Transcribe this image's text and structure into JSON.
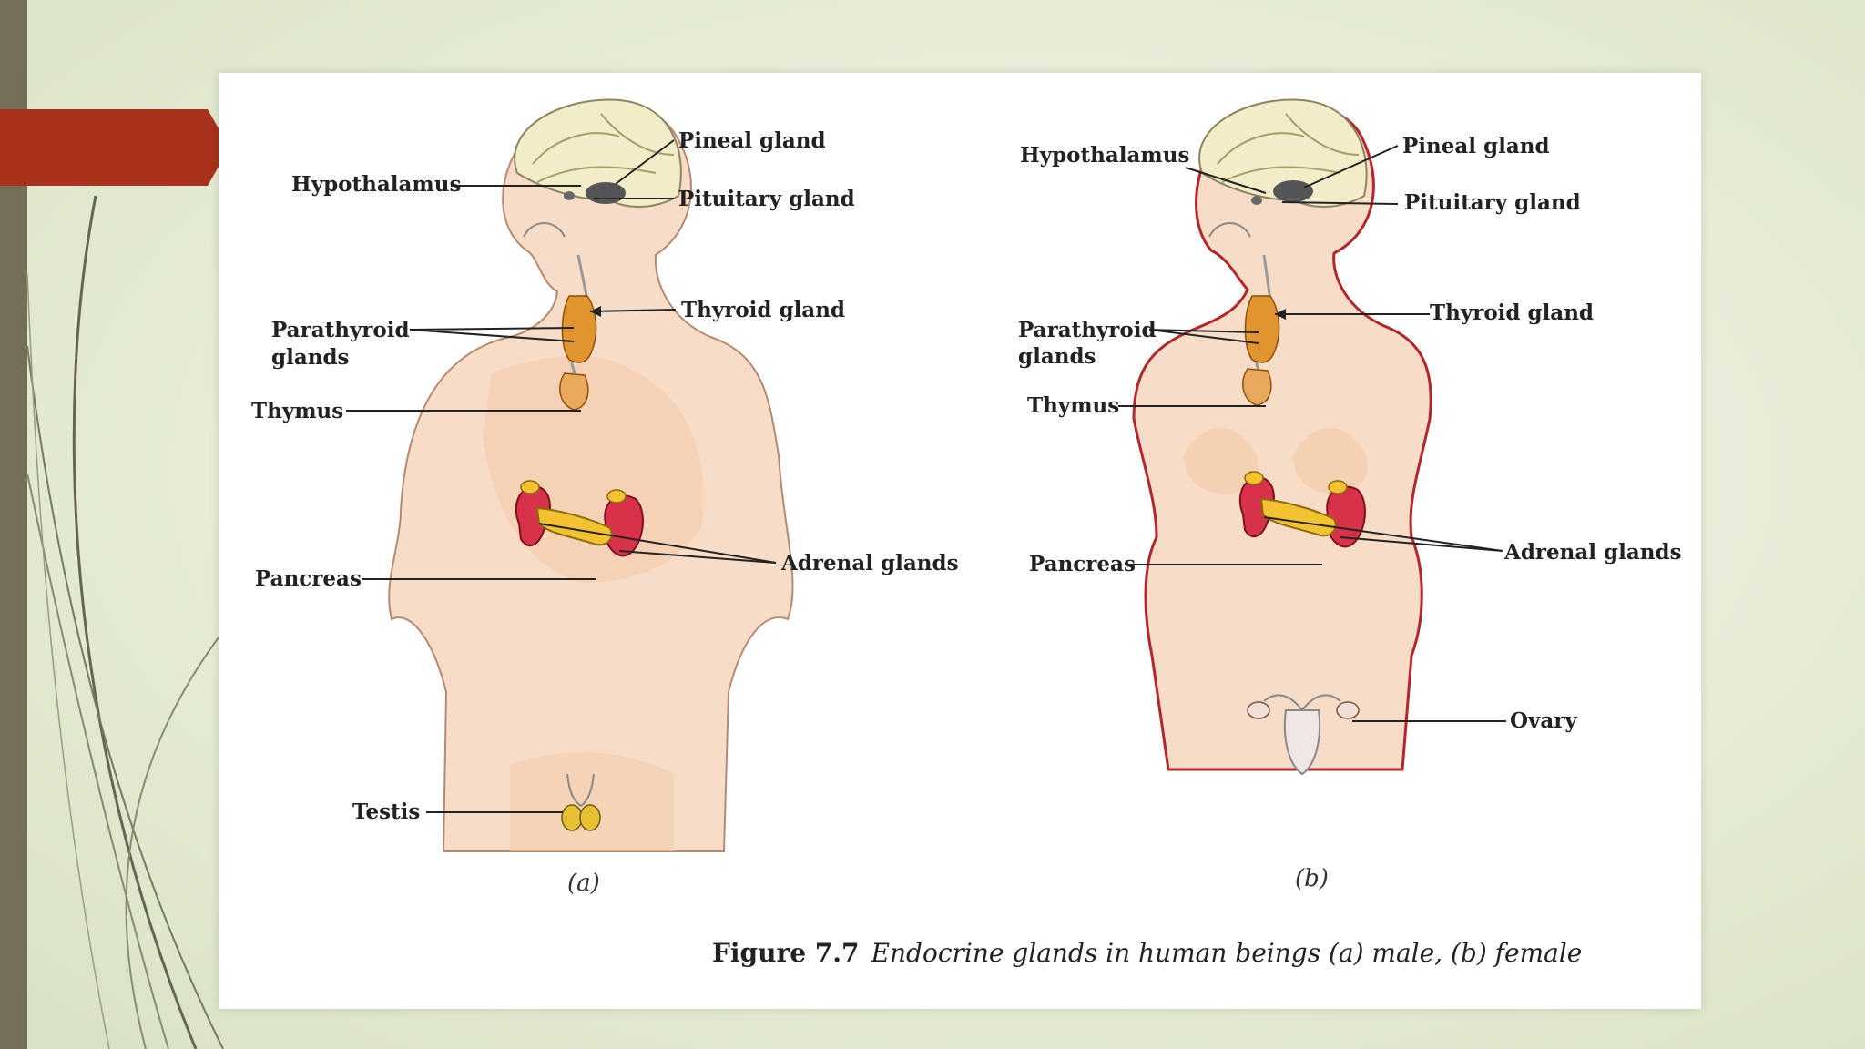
{
  "figure": {
    "male": {
      "labels": {
        "hypothalamus": "Hypothalamus",
        "pineal": "Pineal gland",
        "pituitary": "Pituitary gland",
        "thyroid": "Thyroid gland",
        "parathyroid_1": "Parathyroid",
        "parathyroid_2": "glands",
        "thymus": "Thymus",
        "pancreas": "Pancreas",
        "adrenal": "Adrenal glands",
        "testis": "Testis"
      },
      "sublabel": "(a)"
    },
    "female": {
      "labels": {
        "hypothalamus": "Hypothalamus",
        "pineal": "Pineal gland",
        "pituitary": "Pituitary gland",
        "thyroid": "Thyroid gland",
        "parathyroid_1": "Parathyroid",
        "parathyroid_2": "glands",
        "thymus": "Thymus",
        "pancreas": "Pancreas",
        "adrenal": "Adrenal glands",
        "ovary": "Ovary"
      },
      "sublabel": "(b)"
    },
    "caption": {
      "number": "Figure 7.7",
      "text": "Endocrine glands in human beings (a) male, (b) female"
    }
  },
  "colors": {
    "accent_tab": "#a8321a",
    "left_bar": "#737057",
    "skin": "#f6d3b8",
    "kidney": "#d8324a",
    "pancreas": "#f2c230",
    "thyroid": "#e0952e",
    "female_outline": "#b3262c"
  }
}
